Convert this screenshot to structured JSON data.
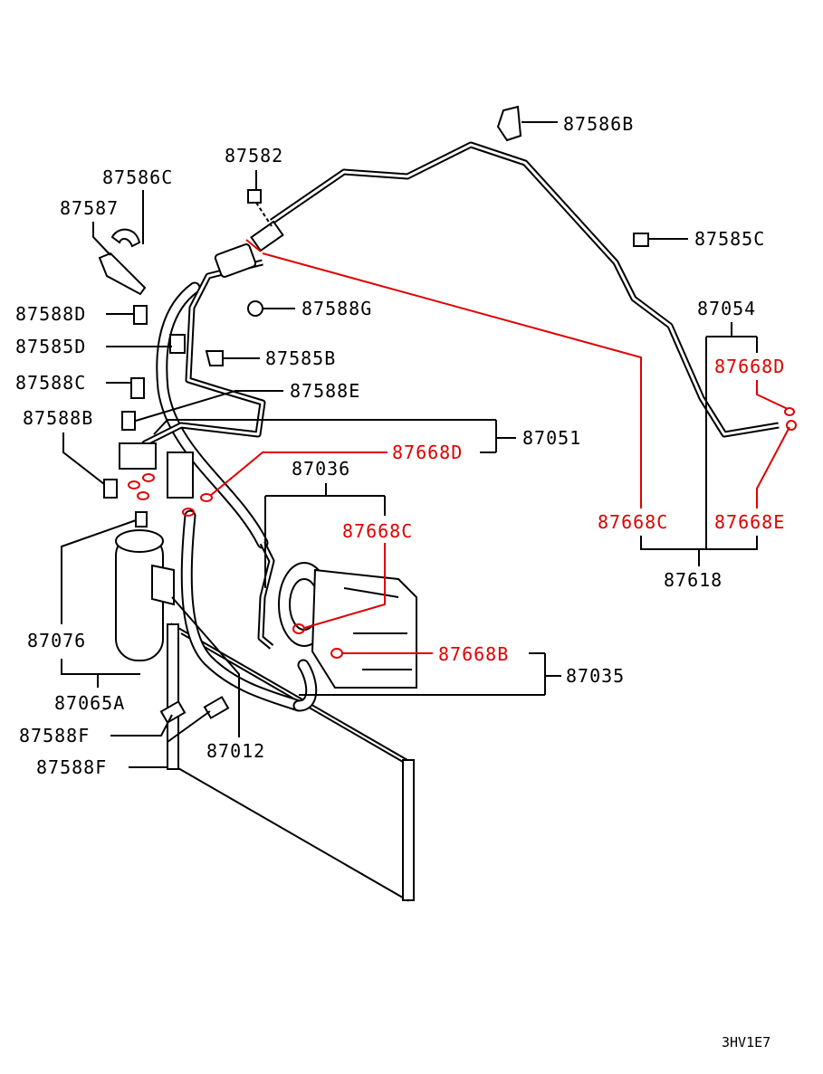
{
  "diagram": {
    "part_labels": [
      {
        "id": "87586B",
        "color": "black"
      },
      {
        "id": "87582",
        "color": "black"
      },
      {
        "id": "87586C",
        "color": "black"
      },
      {
        "id": "87587",
        "color": "black"
      },
      {
        "id": "87585C",
        "color": "black"
      },
      {
        "id": "87588G",
        "color": "black"
      },
      {
        "id": "87054",
        "color": "black"
      },
      {
        "id": "87588D",
        "color": "black"
      },
      {
        "id": "87585D",
        "color": "black"
      },
      {
        "id": "87585B",
        "color": "black"
      },
      {
        "id": "87588C",
        "color": "black"
      },
      {
        "id": "87588E",
        "color": "black"
      },
      {
        "id": "87588B",
        "color": "black"
      },
      {
        "id": "87051",
        "color": "black"
      },
      {
        "id": "87036",
        "color": "black"
      },
      {
        "id": "87618",
        "color": "black"
      },
      {
        "id": "87076",
        "color": "black"
      },
      {
        "id": "87035",
        "color": "black"
      },
      {
        "id": "87065A",
        "color": "black"
      },
      {
        "id": "87588F",
        "color": "black"
      },
      {
        "id": "87012",
        "color": "black"
      },
      {
        "id": "87588F",
        "color": "black"
      },
      {
        "id": "87668D",
        "color": "red"
      },
      {
        "id": "87668D",
        "color": "red"
      },
      {
        "id": "87668C",
        "color": "red"
      },
      {
        "id": "87668C",
        "color": "red"
      },
      {
        "id": "87668E",
        "color": "red"
      },
      {
        "id": "87668B",
        "color": "red"
      }
    ],
    "figure_code": "3HV1E7",
    "colors": {
      "line": "#000000",
      "oring": "#e00000"
    }
  }
}
